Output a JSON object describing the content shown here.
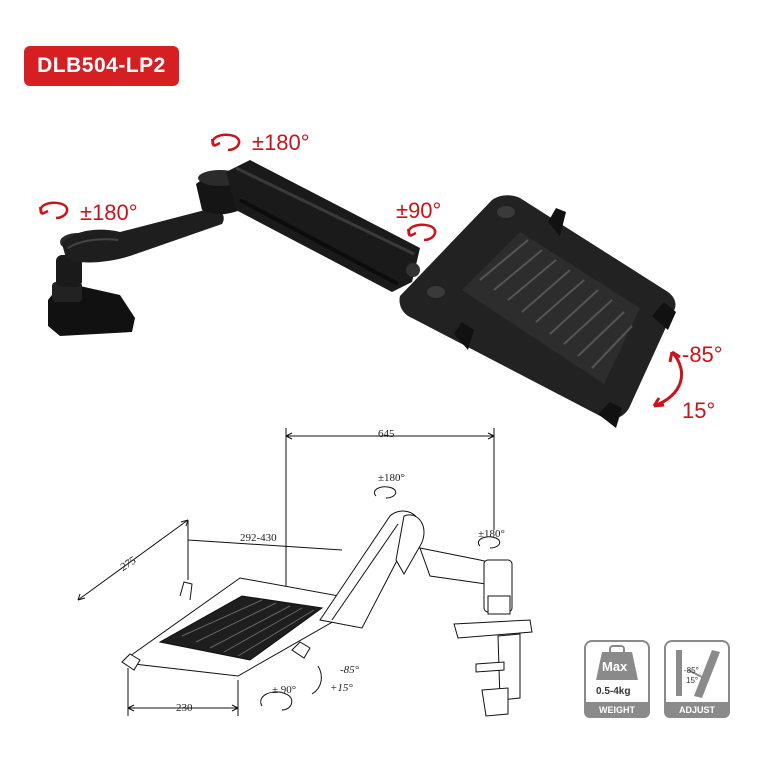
{
  "model": "DLB504-LP2",
  "rotations": {
    "base": "±180°",
    "elbow": "±180°",
    "tray_swivel": "±90°",
    "tilt_up": "-85°",
    "tilt_down": "15°"
  },
  "drawing": {
    "width_645": "645",
    "rot_top": "±180°",
    "rot_right": "±180°",
    "tray_range": "292-430",
    "depth_275": "275",
    "width_230": "230",
    "tilt_up": "-85°",
    "tilt_down": "+15°",
    "swivel": "± 90°"
  },
  "icons": {
    "weight": {
      "max": "Max",
      "range": "0.5-4kg",
      "caption": "WEIGHT"
    },
    "adjust": {
      "up": "-85°",
      "down": "15°",
      "caption": "ADJUST"
    }
  },
  "colors": {
    "accent": "#d51f23",
    "arm": "#1c1c1c"
  }
}
